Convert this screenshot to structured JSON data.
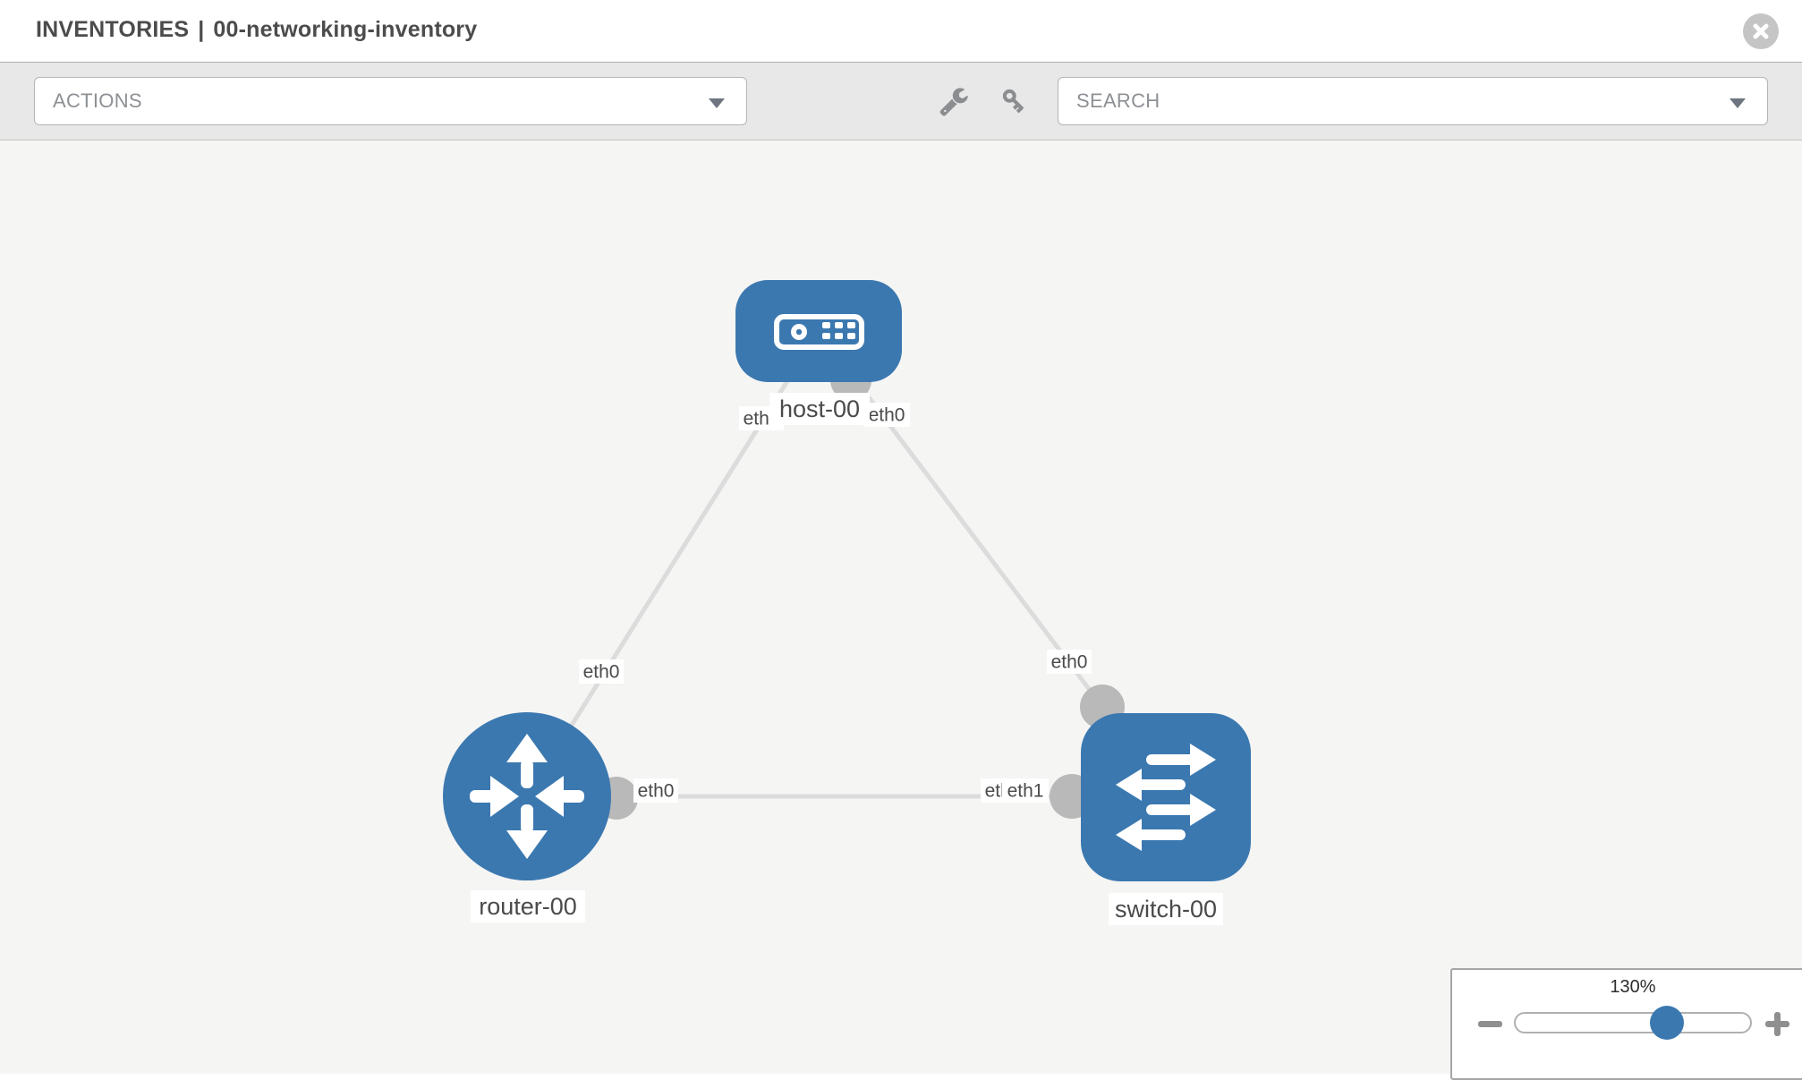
{
  "header": {
    "title_left": "INVENTORIES",
    "separator": "|",
    "title_right": "00-networking-inventory"
  },
  "toolbar": {
    "actions_label": "ACTIONS",
    "search_label": "SEARCH",
    "icons": [
      "wrench-icon",
      "key-icon"
    ]
  },
  "topology": {
    "nodes": [
      {
        "label": "host-00",
        "type": "host"
      },
      {
        "label": "router-00",
        "type": "router"
      },
      {
        "label": "switch-00",
        "type": "switch"
      }
    ],
    "links": [
      {
        "from": "host-00",
        "to": "router-00",
        "from_if": "eth0",
        "to_if": "eth0"
      },
      {
        "from": "host-00",
        "to": "switch-00",
        "from_if": "eth0",
        "to_if": "eth0"
      },
      {
        "from": "router-00",
        "to": "switch-00",
        "from_if": "eth0",
        "to_if": "eth1"
      }
    ],
    "if_labels": [
      "eth0",
      "eth0",
      "eth0",
      "eth0",
      "eth0",
      "eth0",
      "eth1"
    ]
  },
  "zoom_panel": {
    "level": "130%"
  },
  "colors": {
    "node_blue": "#3b78b0",
    "link_gray": "#dcdcdc",
    "port_gray": "#b9b9b9",
    "canvas_bg": "#f5f5f4",
    "toolbar_bg": "#e8e8e8"
  }
}
